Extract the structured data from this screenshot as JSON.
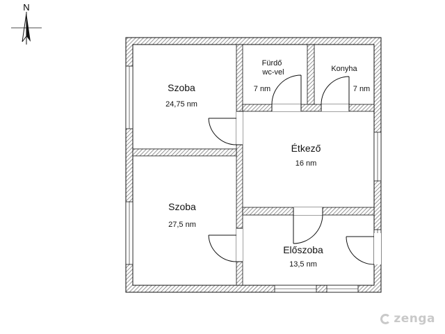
{
  "compass": {
    "label": "N"
  },
  "rooms": [
    {
      "id": "szoba-1",
      "name": "Szoba",
      "area": "24,75 nm"
    },
    {
      "id": "furdo",
      "name_line1": "Fürdő",
      "name_line2": "wc-vel",
      "area": "7 nm"
    },
    {
      "id": "konyha",
      "name": "Konyha",
      "area": "7 nm"
    },
    {
      "id": "etkezo",
      "name": "Étkező",
      "area": "16 nm"
    },
    {
      "id": "szoba-2",
      "name": "Szoba",
      "area": "27,5 nm"
    },
    {
      "id": "eloszoba",
      "name": "Előszoba",
      "area": "13,5 nm"
    }
  ],
  "watermark": {
    "text": "zenga"
  },
  "colors": {
    "wall_hatch": "#8a8a8a",
    "wall_outline": "#111111",
    "background": "#ffffff",
    "watermark": "#c9c9c9"
  }
}
